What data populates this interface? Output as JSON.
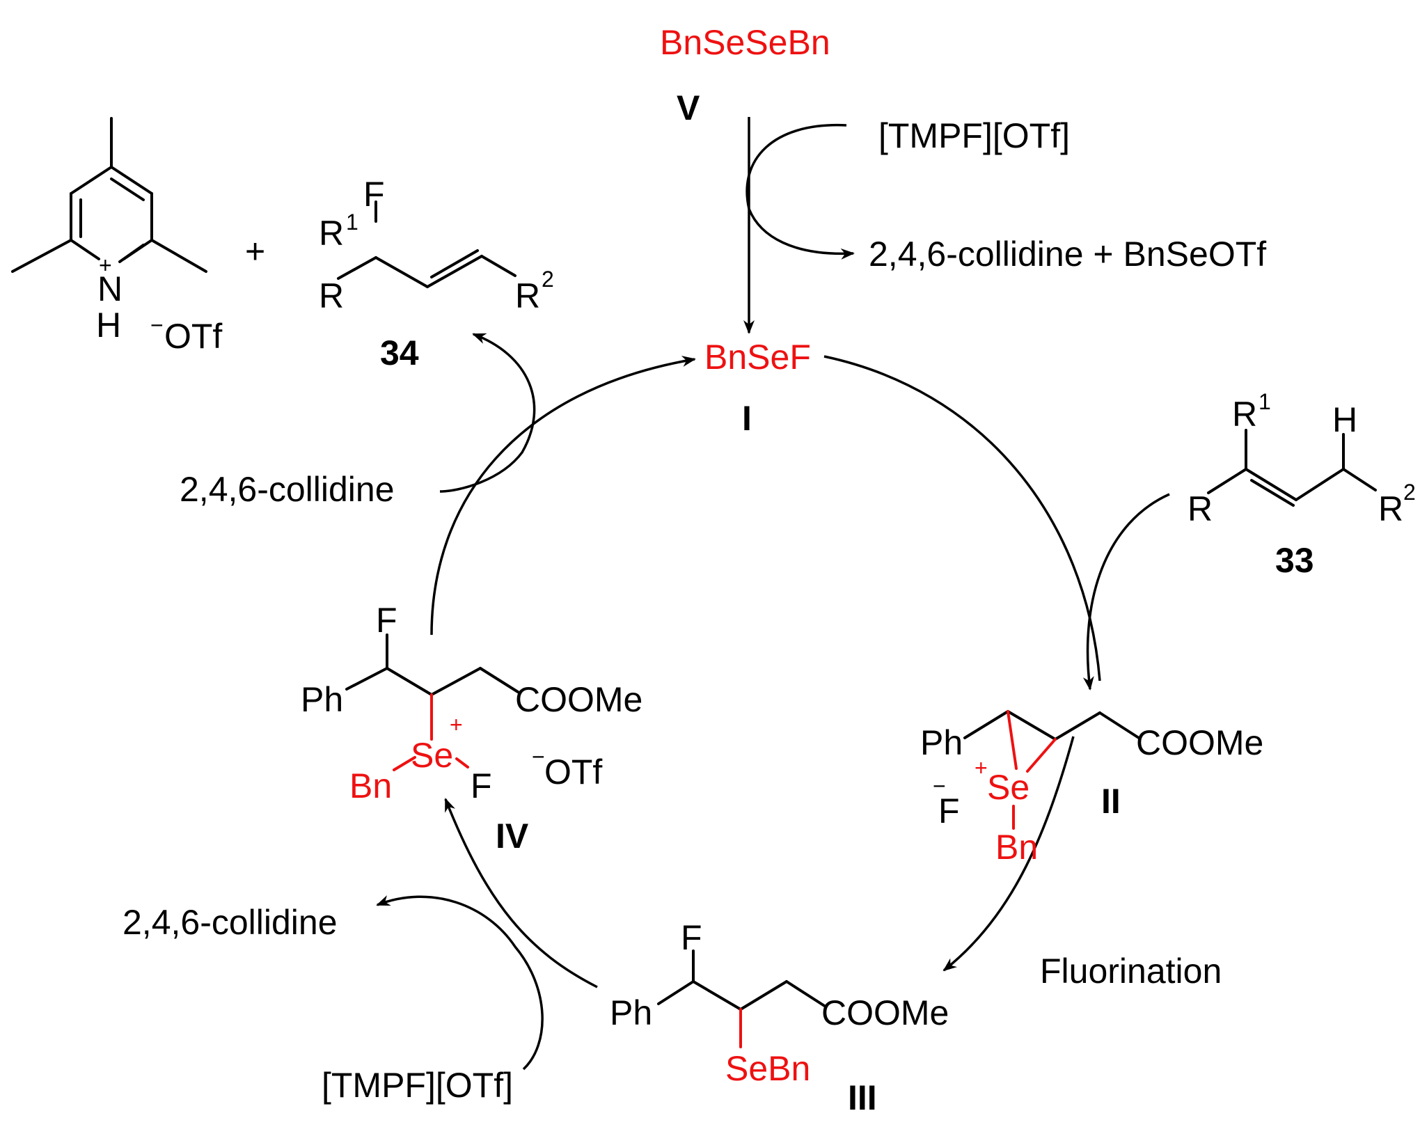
{
  "reagents": {
    "dibenzyl_diselenide": "BnSeSeBn",
    "dibenzyl_diselenide_label": "V",
    "tmpf_top": "[TMPF][OTf]",
    "byproducts_top": "2,4,6-collidine + BnSeOTf",
    "collidine_left": "2,4,6-collidine",
    "collidine_bottom": "2,4,6-collidine",
    "tmpf_bottom": "[TMPF][OTf]",
    "fluorination": "Fluorination"
  },
  "intermediates": {
    "I": {
      "formula": "BnSeF",
      "label": "I"
    },
    "II": {
      "label": "II",
      "ph": "Ph",
      "ester": "COOMe",
      "plus": "+",
      "se": "Se",
      "bn": "Bn",
      "minus": "−",
      "f": "F"
    },
    "III": {
      "label": "III",
      "f": "F",
      "ph": "Ph",
      "ester": "COOMe",
      "sebn": "SeBn"
    },
    "IV": {
      "label": "IV",
      "f_top": "F",
      "ph": "Ph",
      "ester": "COOMe",
      "plus": "+",
      "se": "Se",
      "bn": "Bn",
      "f_se": "F",
      "minus": "−",
      "otf": "OTf"
    }
  },
  "substrate_33": {
    "label": "33",
    "r1": "R",
    "r1_sup": "1",
    "h": "H",
    "r": "R",
    "r2": "R",
    "r2_sup": "2"
  },
  "product_34": {
    "label": "34",
    "f": "F",
    "r1": "R",
    "r1_sup": "1",
    "r": "R",
    "r2": "R",
    "r2_sup": "2"
  },
  "collidinium": {
    "n": "N",
    "plus": "+",
    "h": "H",
    "minus": "−",
    "otf": "OTf"
  },
  "plus_sign": "+",
  "colors": {
    "selenium": "#ee1111",
    "default": "#000000"
  }
}
